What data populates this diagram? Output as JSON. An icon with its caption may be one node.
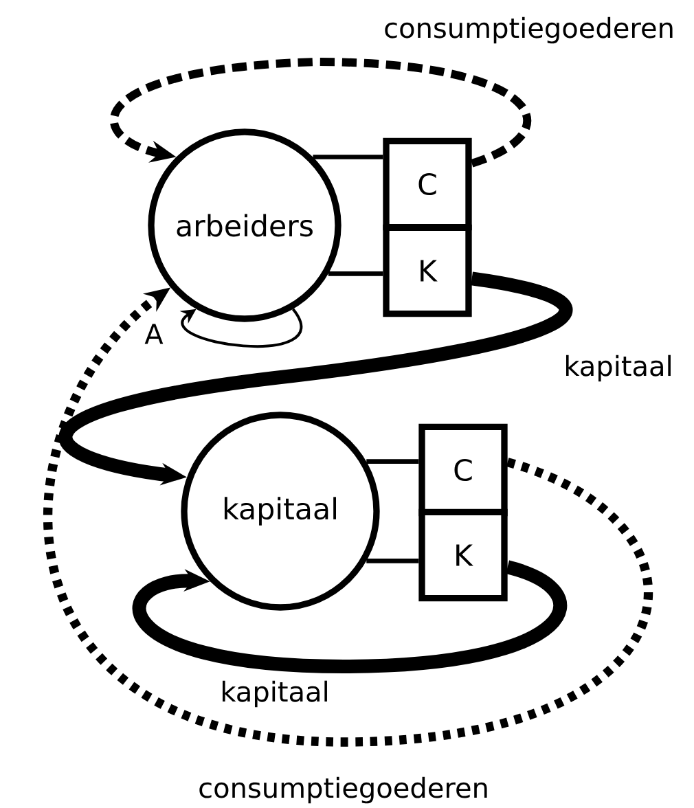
{
  "diagram": {
    "nodes": [
      {
        "text": [
          "arbeiders"
        ]
      },
      {
        "text": [
          "C"
        ]
      },
      {
        "text": [
          "K"
        ]
      },
      {
        "text": [
          "kapitaal"
        ]
      },
      {
        "text": [
          "C"
        ]
      },
      {
        "text": [
          "K"
        ]
      }
    ],
    "edges": [
      {
        "from": 0,
        "to": 1,
        "arrow": "none"
      },
      {
        "from": 0,
        "to": 2,
        "arrow": "none"
      },
      {
        "from": 1,
        "to": 0,
        "arrow": "to",
        "style": "dashed",
        "label": "consumptiegoederen"
      },
      {
        "from": 0,
        "to": 0,
        "arrow": "to",
        "label": "A"
      },
      {
        "from": 2,
        "to": 3,
        "arrow": "to",
        "style": "thick",
        "label": "kapitaal"
      },
      {
        "from": 3,
        "to": 4,
        "arrow": "none"
      },
      {
        "from": 3,
        "to": 5,
        "arrow": "none"
      },
      {
        "from": 5,
        "to": 3,
        "arrow": "to",
        "style": "thick",
        "label": "kapitaal"
      },
      {
        "from": 4,
        "to": 0,
        "arrow": "to",
        "style": "dashed",
        "label": "consumptiegoederen"
      }
    ]
  }
}
